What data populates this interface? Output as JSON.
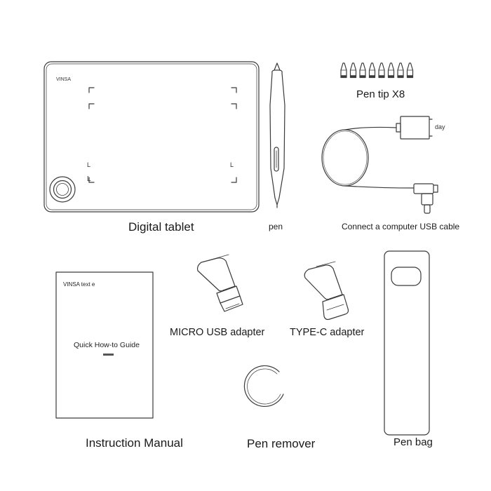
{
  "items": {
    "tablet": {
      "label": "Digital tablet",
      "brand": "VINSA",
      "side_mark_a": "L",
      "side_mark_b": "L",
      "side_mark_c": "L"
    },
    "pen": {
      "label": "pen"
    },
    "pen_tips": {
      "label": "Pen tip X8",
      "count": 8
    },
    "usb_cable": {
      "label": "Connect a computer USB cable",
      "tag": "day"
    },
    "manual": {
      "label": "Instruction Manual",
      "cover_brand": "VINSA text e",
      "cover_title": "Quick How-to Guide"
    },
    "micro_usb": {
      "label": "MICRO USB adapter"
    },
    "type_c": {
      "label": "TYPE-C adapter"
    },
    "pen_remover": {
      "label": "Pen remover"
    },
    "pen_bag": {
      "label": "Pen bag"
    }
  },
  "colors": {
    "stroke": "#3a3a3a",
    "text": "#1a1a1a",
    "background": "#ffffff"
  }
}
